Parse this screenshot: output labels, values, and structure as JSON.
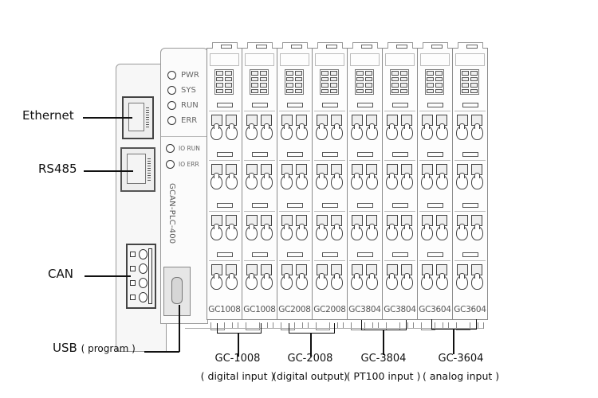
{
  "device": {
    "model_label": "GCAN-PLC-400",
    "status_leds": [
      "PWR",
      "SYS",
      "RUN",
      "ERR"
    ],
    "io_leds": [
      "IO RUN",
      "IO ERR"
    ]
  },
  "callouts": {
    "ethernet": "Ethernet",
    "rs485": "RS485",
    "can": "CAN",
    "usb": "USB",
    "usb_note": "( program )"
  },
  "modules": [
    {
      "label": "GC1008"
    },
    {
      "label": "GC1008"
    },
    {
      "label": "GC2008"
    },
    {
      "label": "GC2008"
    },
    {
      "label": "GC3804"
    },
    {
      "label": "GC3804"
    },
    {
      "label": "GC3604"
    },
    {
      "label": "GC3604"
    }
  ],
  "module_groups": [
    {
      "code": "GC-1008",
      "description": "( digital input )"
    },
    {
      "code": "GC-2008",
      "description": "(digital output)"
    },
    {
      "code": "GC-3804",
      "description": "( PT100 input )"
    },
    {
      "code": "GC-3604",
      "description": "( analog input )"
    }
  ],
  "colors": {
    "line": "#111111",
    "outline": "#8c8c8c",
    "module_text": "#555555",
    "background": "#ffffff"
  }
}
